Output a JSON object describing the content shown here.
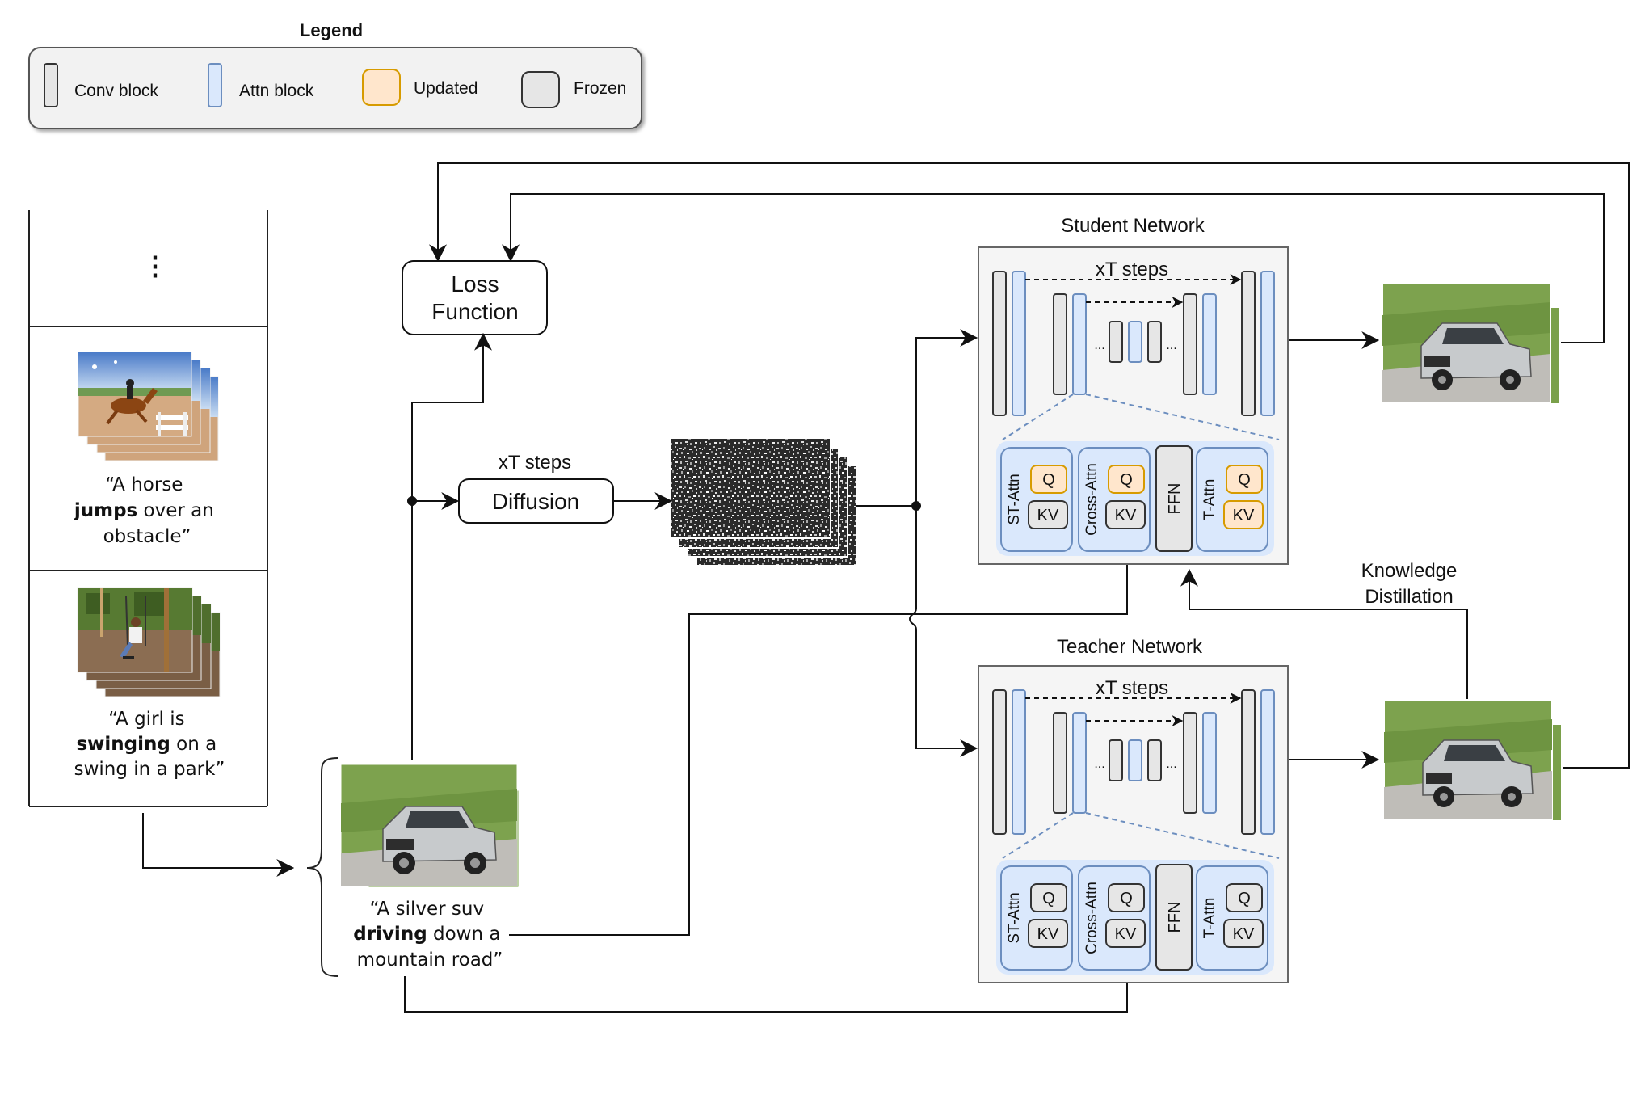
{
  "legend": {
    "title": "Legend",
    "items": [
      {
        "label": "Conv block",
        "fill": "#e6e6e6",
        "stroke": "#333333"
      },
      {
        "label": "Attn block",
        "fill": "#dae8fc",
        "stroke": "#6c8ebf"
      },
      {
        "label": "Updated",
        "fill": "#ffe6cc",
        "stroke": "#d79b00"
      },
      {
        "label": "Frozen",
        "fill": "#e6e6e6",
        "stroke": "#333333"
      }
    ]
  },
  "dataset": {
    "ellipsis": "⋮",
    "samples": [
      {
        "caption_lines": [
          [
            {
              "t": "“A horse",
              "b": false
            }
          ],
          [
            {
              "t": "jumps",
              "b": true
            },
            {
              "t": " over an",
              "b": false
            }
          ],
          [
            {
              "t": "obstacle”",
              "b": false
            }
          ]
        ],
        "image": "horse-jumping-frames"
      },
      {
        "caption_lines": [
          [
            {
              "t": "“A girl is",
              "b": false
            }
          ],
          [
            {
              "t": "swinging",
              "b": true
            },
            {
              "t": " on a",
              "b": false
            }
          ],
          [
            {
              "t": "swing in a park”",
              "b": false
            }
          ]
        ],
        "image": "girl-swing-frames"
      }
    ]
  },
  "input_sample": {
    "caption_lines": [
      [
        {
          "t": "“A silver suv",
          "b": false
        }
      ],
      [
        {
          "t": "driving",
          "b": true
        },
        {
          "t": " down a",
          "b": false
        }
      ],
      [
        {
          "t": "mountain road”",
          "b": false
        }
      ]
    ],
    "image": "silver-suv-frames"
  },
  "loss": {
    "line1": "Loss",
    "line2": "Function"
  },
  "diffusion": {
    "label": "Diffusion",
    "steps": "xT steps"
  },
  "student": {
    "title": "Student Network",
    "steps": "xT steps",
    "dots": "...",
    "blocks": [
      {
        "name": "ST-Attn",
        "q": "Q",
        "kv": "KV",
        "q_updated": true,
        "kv_updated": false
      },
      {
        "name": "Cross-Attn",
        "q": "Q",
        "kv": "KV",
        "q_updated": true,
        "kv_updated": false
      },
      {
        "name": "FFN"
      },
      {
        "name": "T-Attn",
        "q": "Q",
        "kv": "KV",
        "q_updated": true,
        "kv_updated": true
      }
    ]
  },
  "teacher": {
    "title": "Teacher Network",
    "steps": "xT steps",
    "dots": "...",
    "blocks": [
      {
        "name": "ST-Attn",
        "q": "Q",
        "kv": "KV",
        "q_updated": false,
        "kv_updated": false
      },
      {
        "name": "Cross-Attn",
        "q": "Q",
        "kv": "KV",
        "q_updated": false,
        "kv_updated": false
      },
      {
        "name": "FFN"
      },
      {
        "name": "T-Attn",
        "q": "Q",
        "kv": "KV",
        "q_updated": false,
        "kv_updated": false
      }
    ]
  },
  "distillation": {
    "line1": "Knowledge",
    "line2": "Distillation"
  },
  "colors": {
    "conv_fill": "#e6e6e6",
    "conv_stroke": "#333333",
    "attn_fill": "#dae8fc",
    "attn_stroke": "#6c8ebf",
    "updated_fill": "#ffe6cc",
    "updated_stroke": "#d79b00",
    "network_bg": "#f5f5f5",
    "dashed_blue": "#6c8ebf"
  }
}
